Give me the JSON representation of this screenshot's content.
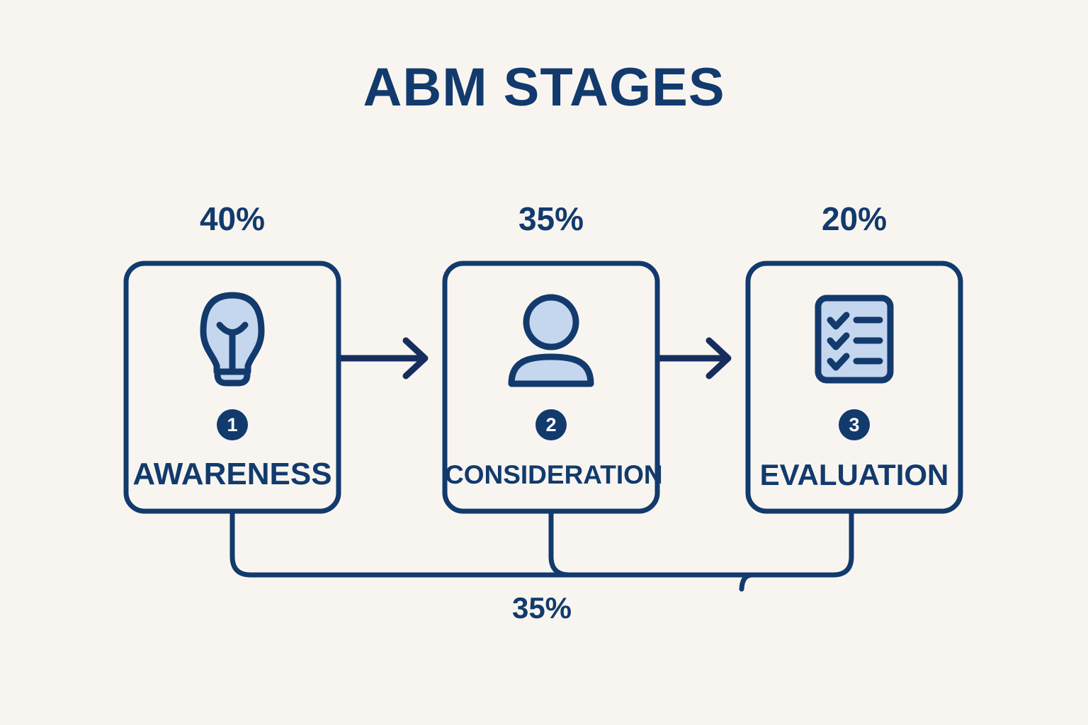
{
  "page": {
    "title": "ABM STAGES",
    "background_color": "#f8f5f0",
    "accent_navy": "#123a6d",
    "accent_light_blue": "#c5d6ef"
  },
  "stages": [
    {
      "number": "1",
      "label": "AWARENESS",
      "percent": "40%",
      "icon": "lightbulb-icon"
    },
    {
      "number": "2",
      "label": "CONSIDERATION",
      "percent": "35%",
      "icon": "person-icon"
    },
    {
      "number": "3",
      "label": "EVALUATION",
      "percent": "20%",
      "icon": "checklist-icon"
    }
  ],
  "feedback": {
    "percent": "35%"
  },
  "chart_data": {
    "type": "bar",
    "title": "ABM STAGES",
    "categories": [
      "AWARENESS",
      "CONSIDERATION",
      "EVALUATION"
    ],
    "values": [
      40,
      35,
      20
    ],
    "value_labels": [
      "40%",
      "35%",
      "20%"
    ],
    "annotations": [
      "35%"
    ],
    "xlabel": "",
    "ylabel": "",
    "ylim": [
      0,
      100
    ]
  }
}
